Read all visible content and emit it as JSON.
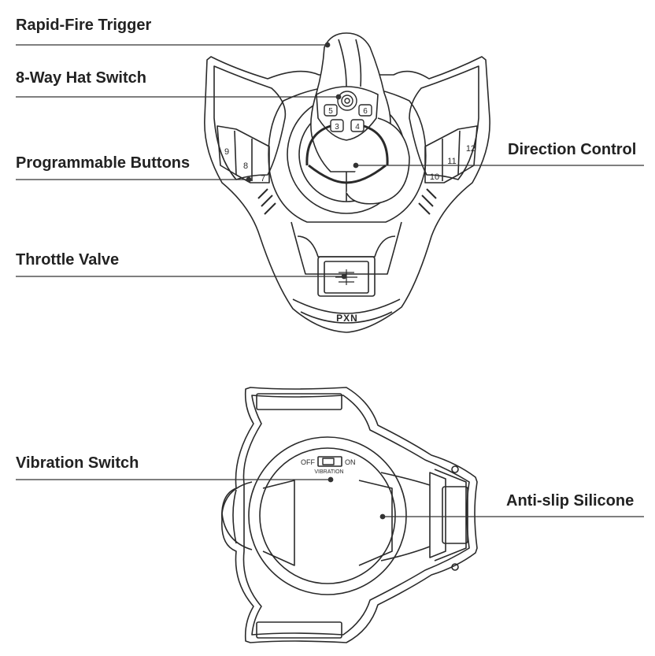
{
  "labels": {
    "rapid_fire_trigger": "Rapid-Fire Trigger",
    "hat_switch": "8-Way Hat Switch",
    "programmable_buttons": "Programmable Buttons",
    "throttle_valve": "Throttle Valve",
    "direction_control": "Direction Control",
    "vibration_switch": "Vibration Switch",
    "anti_slip_silicone": "Anti-slip Silicone"
  },
  "top_view": {
    "brand": "PXN",
    "hat_buttons": [
      "5",
      "6",
      "3",
      "4"
    ],
    "left_buttons": [
      "9",
      "8",
      "7"
    ],
    "right_buttons": [
      "12",
      "11",
      "10"
    ]
  },
  "bottom_view": {
    "switch_off": "OFF",
    "switch_on": "ON",
    "switch_caption": "VIBRATION"
  },
  "colors": {
    "outline": "#2a2a2a",
    "leader_line": "#333333",
    "label_text": "#222222"
  }
}
